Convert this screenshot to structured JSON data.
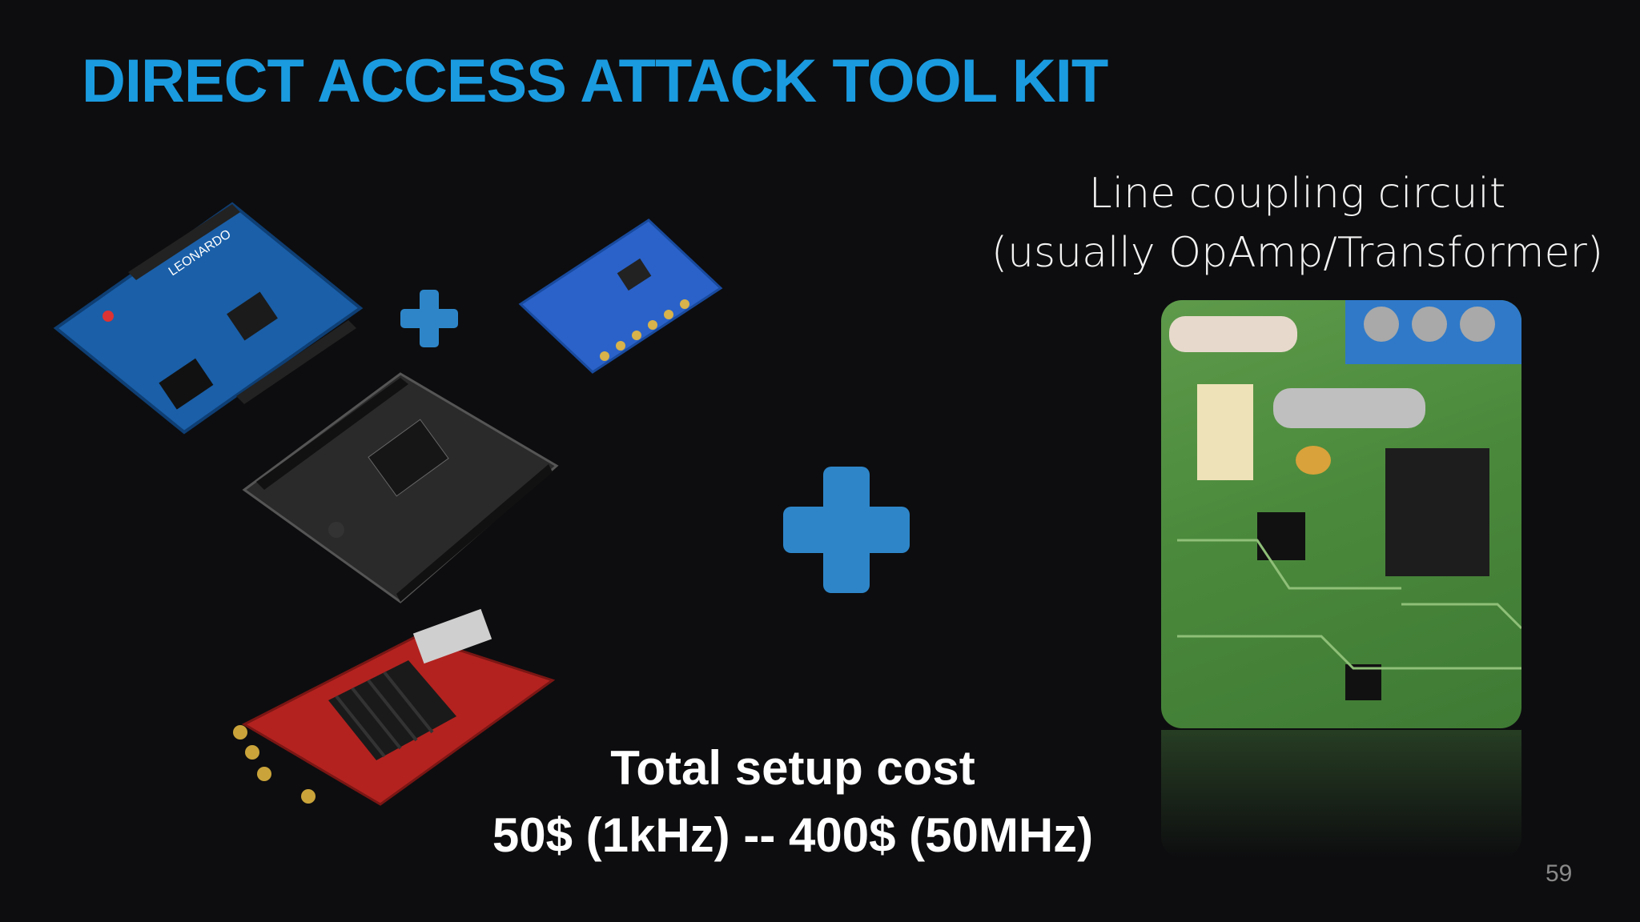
{
  "slide": {
    "title": "DIRECT ACCESS ATTACK TOOL KIT",
    "caption_line1": "Line coupling circuit",
    "caption_line2": "(usually OpAmp/Transformer)",
    "cost_line1": "Total setup cost",
    "cost_line2": "50$ (1kHz) -- 400$ (50MHz)",
    "page_number": "59"
  },
  "images": {
    "arduino": "arduino-leonardo-board",
    "clockgen": "si5351-clock-generator-breakout",
    "fpga": "fpga-development-board",
    "redpitaya": "red-pitaya-board",
    "coupling": "line-coupling-circuit-pcb-photo"
  },
  "colors": {
    "title": "#1a9be0",
    "plus": "#2e86c9",
    "background": "#0d0d0f"
  }
}
